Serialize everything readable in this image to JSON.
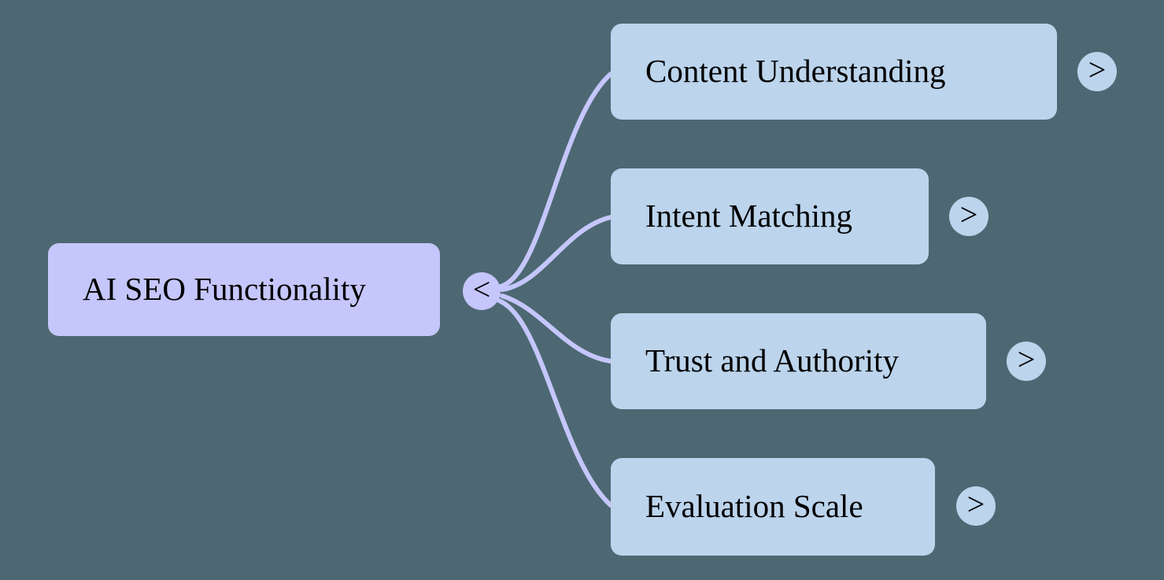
{
  "diagram": {
    "type": "mindmap",
    "background_color": "#4d6872",
    "edge_color": "#c5c6fb",
    "root": {
      "label": "AI SEO Functionality",
      "fill_color": "#c5c6fb",
      "text_color": "#000000",
      "toggle": {
        "icon": "chevron-left-icon",
        "glyph": "<",
        "state": "expanded",
        "fill_color": "#c5c6fb"
      }
    },
    "branches": [
      {
        "label": "Content Understanding",
        "fill_color": "#bcd4ec",
        "text_color": "#000000",
        "toggle": {
          "icon": "chevron-right-icon",
          "glyph": ">",
          "state": "collapsed",
          "fill_color": "#bcd4ec"
        }
      },
      {
        "label": "Intent Matching",
        "fill_color": "#bcd4ec",
        "text_color": "#000000",
        "toggle": {
          "icon": "chevron-right-icon",
          "glyph": ">",
          "state": "collapsed",
          "fill_color": "#bcd4ec"
        }
      },
      {
        "label": "Trust and Authority",
        "fill_color": "#bcd4ec",
        "text_color": "#000000",
        "toggle": {
          "icon": "chevron-right-icon",
          "glyph": ">",
          "state": "collapsed",
          "fill_color": "#bcd4ec"
        }
      },
      {
        "label": "Evaluation Scale",
        "fill_color": "#bcd4ec",
        "text_color": "#000000",
        "toggle": {
          "icon": "chevron-right-icon",
          "glyph": ">",
          "state": "collapsed",
          "fill_color": "#bcd4ec"
        }
      }
    ]
  }
}
